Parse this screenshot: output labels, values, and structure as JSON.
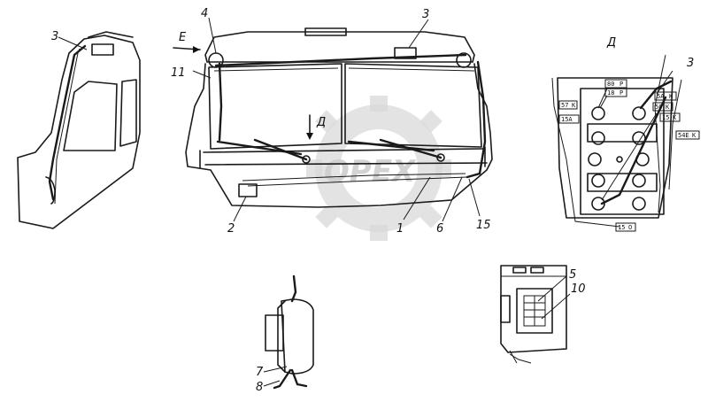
{
  "watermark": {
    "text": "OPEX"
  },
  "main_view": {
    "callouts": [
      {
        "id": "4",
        "text": "4"
      },
      {
        "id": "3",
        "text": "3"
      },
      {
        "id": "11",
        "text": "11"
      },
      {
        "id": "E",
        "text": "E"
      },
      {
        "id": "D",
        "text": "Д"
      },
      {
        "id": "2",
        "text": "2"
      },
      {
        "id": "1",
        "text": "1"
      },
      {
        "id": "6",
        "text": "6"
      },
      {
        "id": "15",
        "text": "15"
      }
    ]
  },
  "side_view": {
    "callout_3": "3"
  },
  "detail_d": {
    "title": "Д",
    "callout_3": "3",
    "tags": [
      "57",
      "К",
      "80",
      "Р",
      "18",
      "Р",
      "15А",
      "5А",
      "К",
      "50",
      "К",
      "15",
      "К",
      "54Е",
      "К",
      "15",
      "О"
    ]
  },
  "detail_e": {
    "callout_7": "7",
    "callout_8": "8"
  },
  "detail_right": {
    "callout_5": "5",
    "callout_10": "10"
  }
}
